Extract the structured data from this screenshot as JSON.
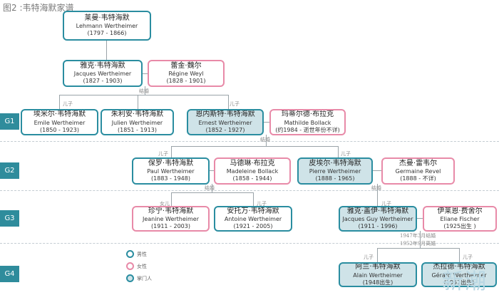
{
  "title": "图2 :韦特海默家谱",
  "generations": [
    "G1",
    "G2",
    "G3",
    "G4"
  ],
  "labels": {
    "son": "儿子",
    "daughter": "女儿",
    "married": "结婚"
  },
  "g3_marriage_note": {
    "married": "1947年3月结婚",
    "divorced": "1952年9月离婚"
  },
  "legend": {
    "male": "男性",
    "female": "女性",
    "head": "掌门人"
  },
  "watermark": "新潮",
  "people": {
    "lehmann": {
      "zh": "莱曼·韦特海默",
      "en": "Lehmann Wertheimer",
      "years": "(1797 - 1866)"
    },
    "jacques": {
      "zh": "雅克·韦特海默",
      "en": "Jacques Wertheimer",
      "years": "(1827 - 1903)"
    },
    "regine": {
      "zh": "蕾金·魏尔",
      "en": "Régine Weyl",
      "years": "(1828 - 1901)"
    },
    "emile": {
      "zh": "埃米尔·韦特海默",
      "en": "Emile Wertheimer",
      "years": "(1850 - 1923)"
    },
    "julien": {
      "zh": "朱利安·韦特海默",
      "en": "Julien Wertheimer",
      "years": "(1851 - 1913)"
    },
    "ernest": {
      "zh": "恩内斯特·韦特海默",
      "en": "Ernest Wertheimer",
      "years": "(1852 - 1927)"
    },
    "mathilde": {
      "zh": "玛蒂尔德·布拉克",
      "en": "Mathilde Bollack",
      "years": "(约1984 - 逝世年份不详)"
    },
    "paul": {
      "zh": "保罗·韦特海默",
      "en": "Paul Wertheimer",
      "years": "(1883 - 1948)"
    },
    "madeleine": {
      "zh": "马德琳·布拉克",
      "en": "Madeleine Bollack",
      "years": "(1858 - 1944)"
    },
    "pierre": {
      "zh": "皮埃尔·韦特海默",
      "en": "Pierre Wertheimer",
      "years": "(1888 - 1965)"
    },
    "germaine": {
      "zh": "杰曼·雷韦尔",
      "en": "Germaine Revel",
      "years": "(1888 - 不详)"
    },
    "jeanine": {
      "zh": "珍宁·韦特海默",
      "en": "Jeanine Wertheimer",
      "years": "(1911 - 2003)"
    },
    "antoine": {
      "zh": "安托万·韦特海默",
      "en": "Antoine Wertheimer",
      "years": "(1921 - 2005)"
    },
    "jacquesguy": {
      "zh": "雅克·盖伊·韦特海默",
      "en": "Jacques Guy Wertheimer",
      "years": "(1911 - 1996)"
    },
    "eliane": {
      "zh": "伊莱恩·费舍尔",
      "en": "Eliane Fischer",
      "years": "(1925出生 )"
    },
    "alain": {
      "zh": "阿兰·韦特海默",
      "en": "Alain Wertheimer",
      "years": "(1948出生)"
    },
    "gerard": {
      "zh": "杰拉德·韦特海默",
      "en": "Gérard Wertheimer",
      "years": "(1951出生)"
    }
  }
}
